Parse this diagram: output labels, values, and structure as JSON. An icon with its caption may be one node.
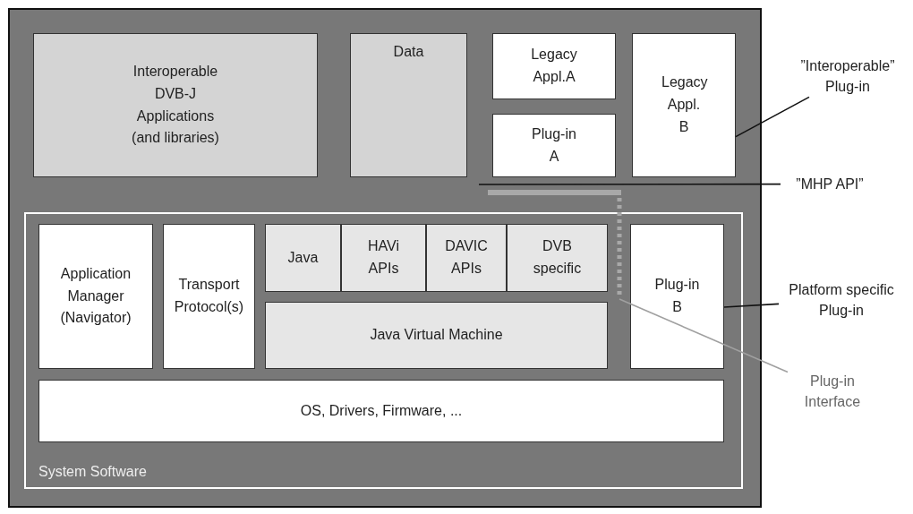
{
  "diagram": {
    "nodes": [
      {
        "text": [
          "Interoperable DVB-J Applications (and libraries)"
        ]
      },
      {
        "text": [
          "Data"
        ]
      },
      {
        "text": [
          "Legacy Appl.A"
        ]
      },
      {
        "text": [
          "Plug-in A"
        ]
      },
      {
        "text": [
          "Legacy Appl. B"
        ]
      },
      {
        "text": [
          "”Interoperable” Plug-in"
        ]
      },
      {
        "text": [
          "”MHP API”"
        ]
      },
      {
        "text": [
          "System Software"
        ]
      },
      {
        "text": [
          "Application Manager (Navigator)"
        ],
        "in": 7
      },
      {
        "text": [
          "Transport Protocol(s)"
        ],
        "in": 7
      },
      {
        "text": [
          "Java"
        ],
        "in": 7
      },
      {
        "text": [
          "HAVi APIs"
        ],
        "in": 7
      },
      {
        "text": [
          "DAVIC APIs"
        ],
        "in": 7
      },
      {
        "text": [
          "DVB specific"
        ],
        "in": 7
      },
      {
        "text": [
          "Java Virtual Machine"
        ],
        "in": 7
      },
      {
        "text": [
          "Plug-in B"
        ],
        "in": 7
      },
      {
        "text": [
          "OS, Drivers, Firmware, ..."
        ],
        "in": 7
      },
      {
        "text": [
          "Platform specific Plug-in"
        ]
      },
      {
        "text": [
          "Plug-in Interface"
        ]
      },
      {
        "text": [],
        "shape": "bar"
      }
    ],
    "edges": [
      {
        "from": 5,
        "to": 4,
        "arrow": "none"
      },
      {
        "from": 6,
        "to": null,
        "arrow": "none"
      },
      {
        "from": 17,
        "to": 15,
        "arrow": "none"
      },
      {
        "from": 18,
        "to": 19,
        "arrow": "none",
        "color": "#a0a0a0"
      }
    ]
  }
}
